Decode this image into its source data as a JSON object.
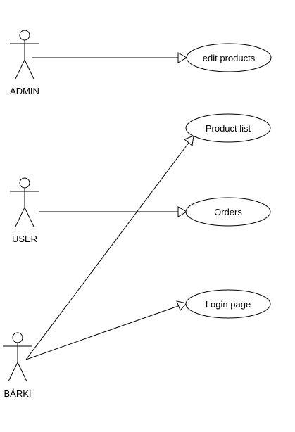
{
  "diagram": {
    "actors": [
      {
        "id": "admin",
        "label": "ADMIN"
      },
      {
        "id": "user",
        "label": "USER"
      },
      {
        "id": "barki",
        "label": "BÁRKI"
      }
    ],
    "use_cases": [
      {
        "id": "edit-products",
        "label": "edit products"
      },
      {
        "id": "product-list",
        "label": "Product list"
      },
      {
        "id": "orders",
        "label": "Orders"
      },
      {
        "id": "login-page",
        "label": "Login page"
      }
    ],
    "associations": [
      {
        "from": "admin",
        "to": "edit-products"
      },
      {
        "from": "user",
        "to": "orders"
      },
      {
        "from": "barki",
        "to": "product-list"
      },
      {
        "from": "barki",
        "to": "login-page"
      }
    ]
  }
}
